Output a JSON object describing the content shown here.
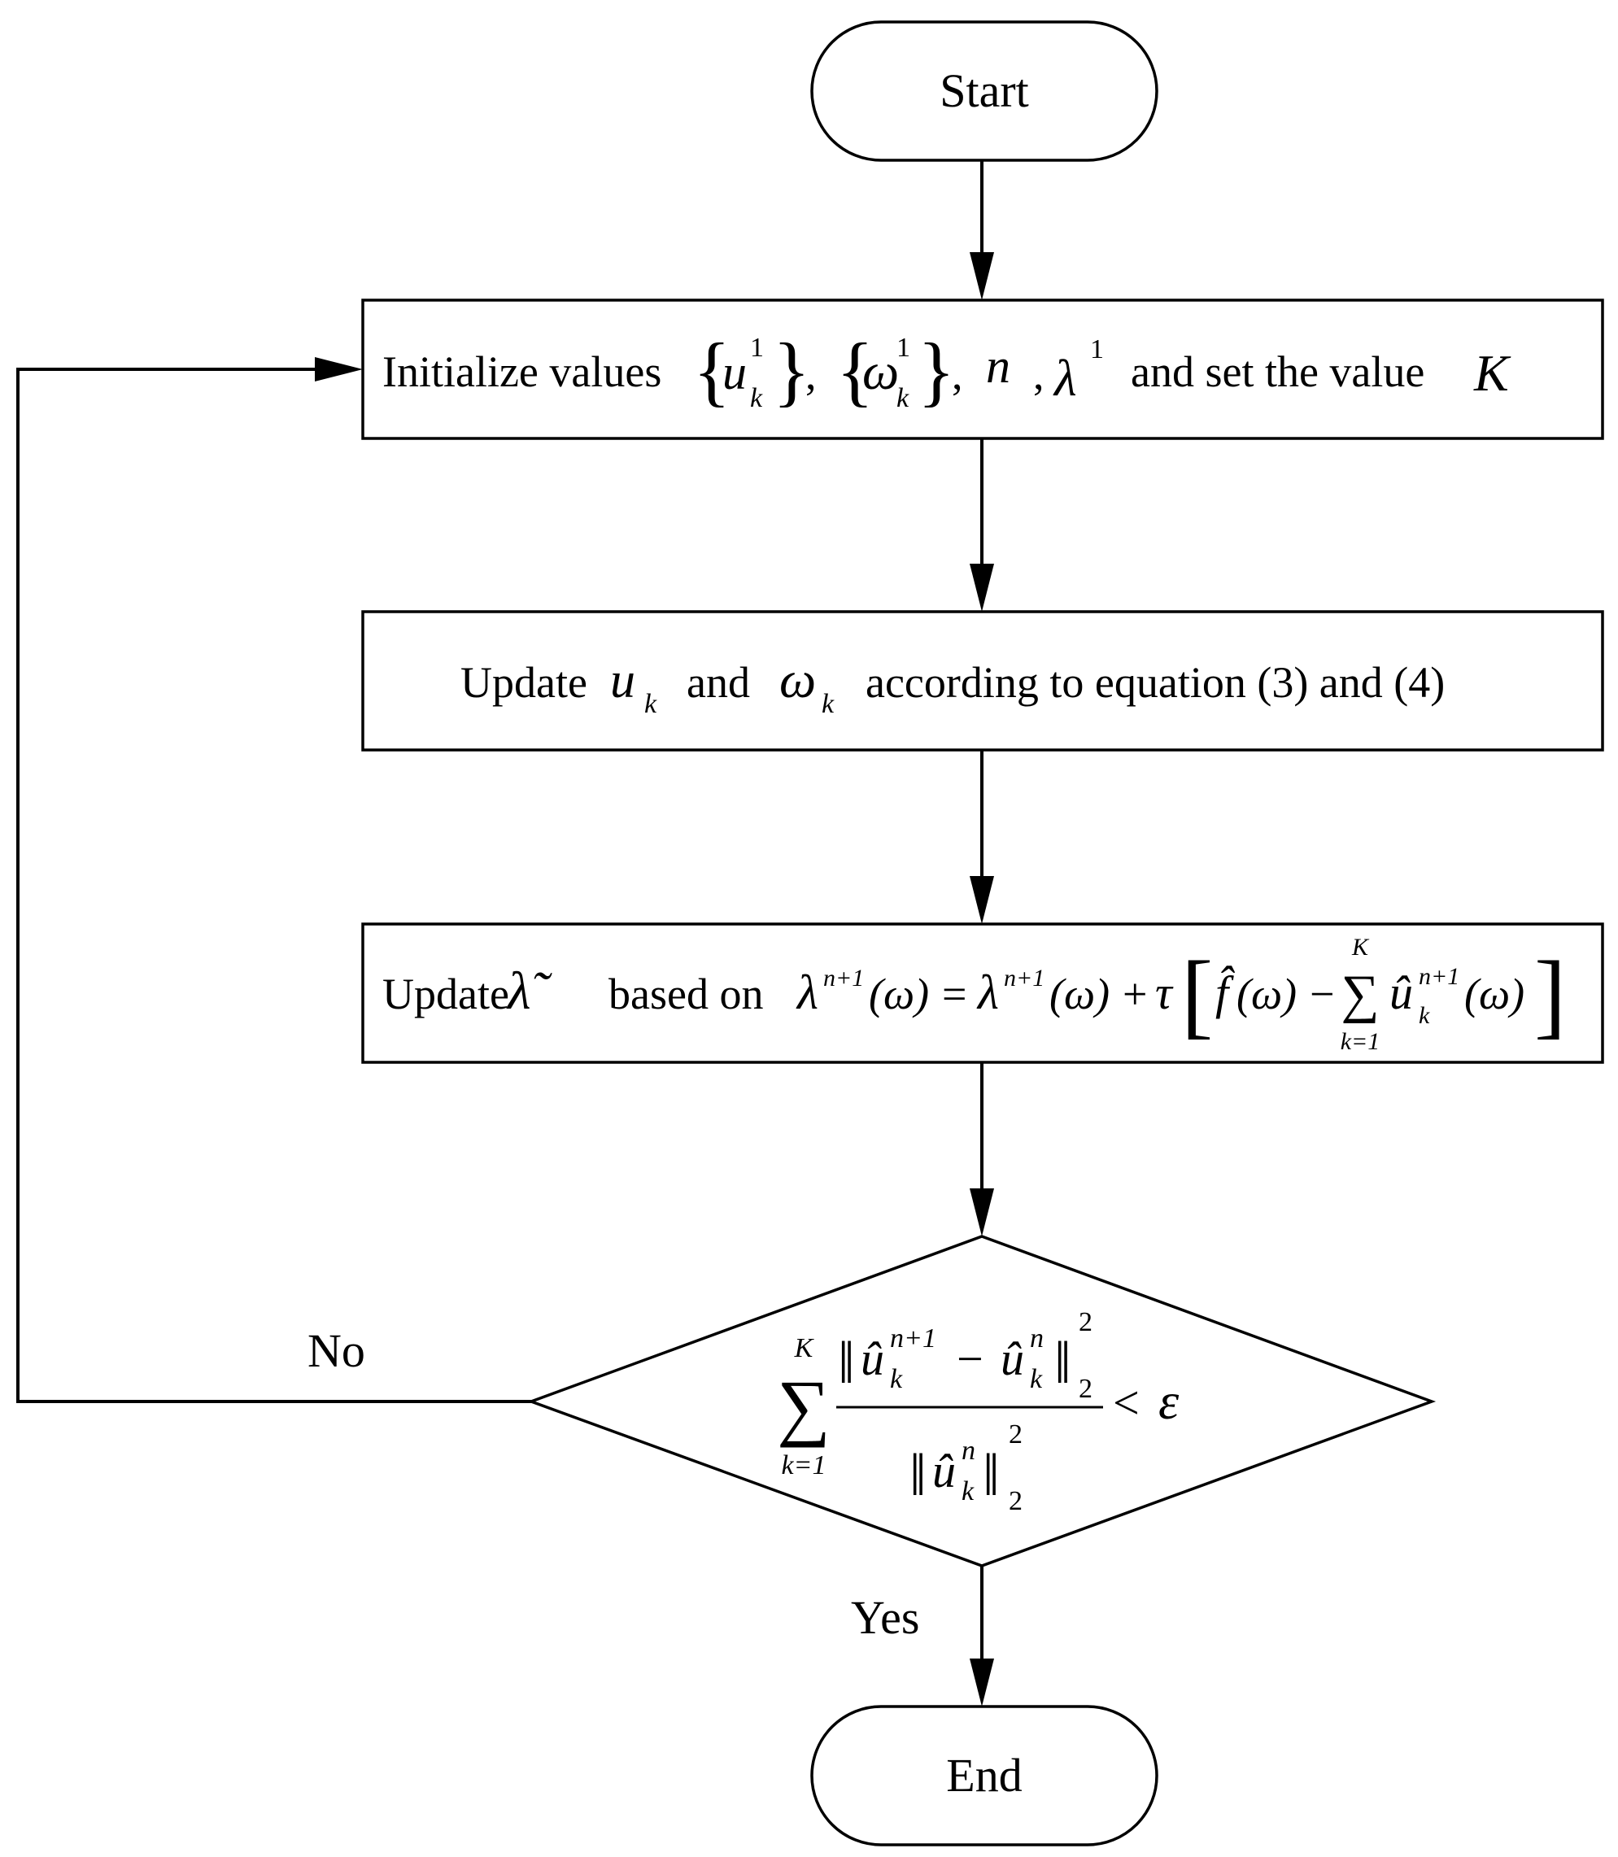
{
  "nodes": {
    "start": {
      "label": "Start"
    },
    "init": {
      "prefix": "Initialize values",
      "u": "u",
      "one": "1",
      "k": "k",
      "omega": "ω",
      "comma": ",",
      "n": "n",
      "lambda": "λ",
      "mid": "and set the value",
      "K": "K"
    },
    "update_uk": {
      "prefix": "Update",
      "u": "u",
      "k": "k",
      "and": "and",
      "omega": "ω",
      "suffix": "according to equation (3) and (4)"
    },
    "update_lambda": {
      "prefix": "Update",
      "lambda_tilde": "λ̃",
      "based_on": "based on",
      "lambda": "λ",
      "sup": "n+1",
      "arg": "(ω)",
      "eq": "=",
      "plus": "+",
      "tau": "τ",
      "lbracket": "[",
      "rbracket": "]",
      "f_hat": "f̂",
      "minus": "−",
      "sigma": "∑",
      "sum_top": "K",
      "sum_bottom": "k=1",
      "u_hat": "û",
      "k": "k"
    },
    "decision": {
      "sigma": "∑",
      "sum_top": "K",
      "sum_bottom": "k=1",
      "num_left": "û",
      "num_left_sup": "n+1",
      "k": "k",
      "minus": "−",
      "num_right": "û",
      "num_right_sup": "n",
      "norm": "‖",
      "pow": "2",
      "sub2": "2",
      "den": "û",
      "den_sup": "n",
      "lt": "<",
      "epsilon": "ε"
    },
    "end": {
      "label": "End"
    }
  },
  "edges": {
    "no_label": "No",
    "yes_label": "Yes"
  },
  "colors": {
    "stroke": "#000000",
    "fill": "#ffffff",
    "text": "#000000"
  }
}
